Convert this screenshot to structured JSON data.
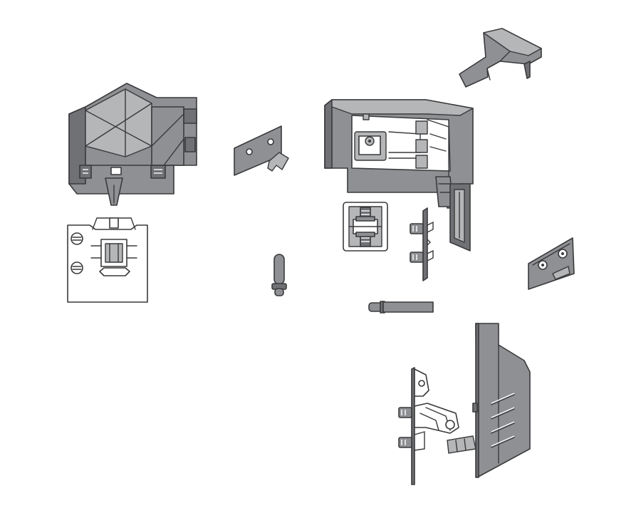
{
  "diagram": {
    "colors": {
      "part_fill": "#8e9093",
      "part_dark": "#6f7174",
      "part_light": "#b4b6b8",
      "outline": "#3a3a3c",
      "background": "#ffffff"
    },
    "parts": [
      "front-left-corner-bracket",
      "front-fixing-plate",
      "small-mounting-bracket",
      "positioning-pin",
      "front-right-corner-bracket",
      "top-clip",
      "adjuster-insert",
      "side-screw-strip",
      "rear-connector-plate",
      "horizontal-dowel",
      "rear-mounting-bracket",
      "rear-panel-holder"
    ]
  }
}
